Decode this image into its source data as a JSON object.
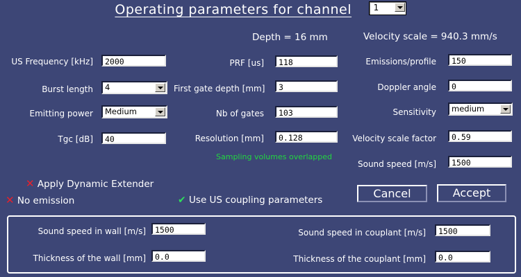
{
  "header": {
    "title": "Operating parameters for channel",
    "channel": "1"
  },
  "info": {
    "depth": "Depth = 16 mm",
    "velocity_scale": "Velocity scale = 940.3 mm/s"
  },
  "left": {
    "us_frequency_label": "US Frequency [kHz]",
    "us_frequency": "2000",
    "burst_length_label": "Burst length",
    "burst_length": "4",
    "emitting_power_label": "Emitting power",
    "emitting_power": "Medium",
    "tgc_label": "Tgc [dB]",
    "tgc": "40"
  },
  "middle": {
    "prf_label": "PRF [us]",
    "prf": "118",
    "first_gate_label": "First gate depth [mm]",
    "first_gate": "3",
    "nb_gates_label": "Nb of gates",
    "nb_gates": "103",
    "resolution_label": "Resolution [mm]",
    "resolution": "0.128",
    "overlap_note": "Sampling volumes overlapped"
  },
  "right": {
    "emissions_label": "Emissions/profile",
    "emissions": "150",
    "doppler_label": "Doppler angle",
    "doppler": "0",
    "sensitivity_label": "Sensitivity",
    "sensitivity": "medium",
    "vscale_factor_label": "Velocity scale factor",
    "vscale_factor": "0.59",
    "sound_speed_label": "Sound speed [m/s]",
    "sound_speed": "1500"
  },
  "options": {
    "dynamic_extender": "Apply Dynamic Extender",
    "no_emission": "No emission",
    "coupling": "Use US coupling parameters"
  },
  "buttons": {
    "cancel": "Cancel",
    "accept": "Accept"
  },
  "coupling": {
    "wall_speed_label": "Sound speed in wall [m/s]",
    "wall_speed": "1500",
    "wall_thickness_label": "Thickness of the wall [mm]",
    "wall_thickness": "0.0",
    "couplant_speed_label": "Sound speed in couplant [m/s]",
    "couplant_speed": "1500",
    "couplant_thickness_label": "Thickness of the couplant [mm]",
    "couplant_thickness": "0.0"
  },
  "colors": {
    "background": "#3d4676",
    "note_green": "#22d640",
    "mark_red": "#e8202a"
  }
}
